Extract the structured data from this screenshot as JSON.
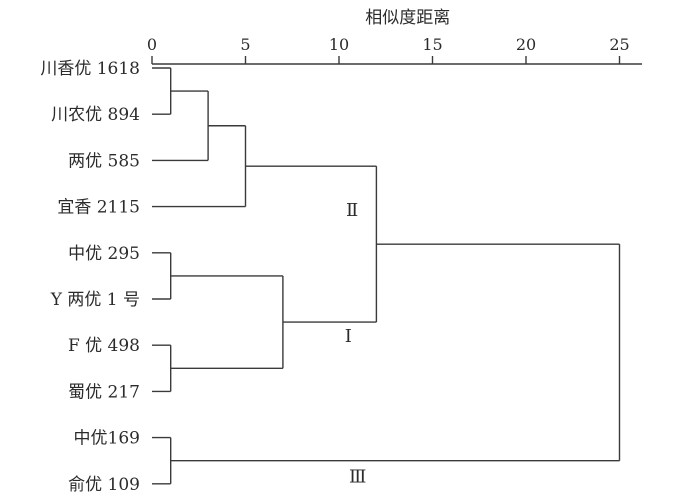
{
  "chart_data": {
    "type": "dendrogram",
    "xlabel": "相似度距离",
    "xlim": [
      0,
      25
    ],
    "ticks": [
      0,
      5,
      10,
      15,
      20,
      25
    ],
    "leaves": [
      "川香优 1618",
      "川农优 894",
      "两优 585",
      "宜香 2115",
      "中优 295",
      "Y 两优 1 号",
      "F 优 498",
      "蜀优 217",
      "中优169",
      "俞优 109"
    ],
    "merges": [
      {
        "id": "A",
        "children": [
          "L0",
          "L1"
        ],
        "distance": 1.0
      },
      {
        "id": "B",
        "children": [
          "A",
          "L2"
        ],
        "distance": 3.0
      },
      {
        "id": "C",
        "children": [
          "B",
          "L3"
        ],
        "distance": 5.0
      },
      {
        "id": "D",
        "children": [
          "L4",
          "L5"
        ],
        "distance": 1.0
      },
      {
        "id": "E",
        "children": [
          "L6",
          "L7"
        ],
        "distance": 1.0
      },
      {
        "id": "F",
        "children": [
          "D",
          "E"
        ],
        "distance": 7.0
      },
      {
        "id": "G",
        "children": [
          "C",
          "F"
        ],
        "distance": 12.0
      },
      {
        "id": "H",
        "children": [
          "L8",
          "L9"
        ],
        "distance": 1.0
      },
      {
        "id": "I",
        "children": [
          "G",
          "H"
        ],
        "distance": 25.0
      }
    ],
    "cluster_labels": [
      {
        "text": "Ⅱ",
        "node": "G",
        "dx": -1.3,
        "dy": -28
      },
      {
        "text": "Ⅰ",
        "node": "F",
        "dx": 3.5,
        "dy": 20
      },
      {
        "text": "Ⅲ",
        "node": "H",
        "dx": 10.0,
        "dy": 22
      }
    ]
  }
}
